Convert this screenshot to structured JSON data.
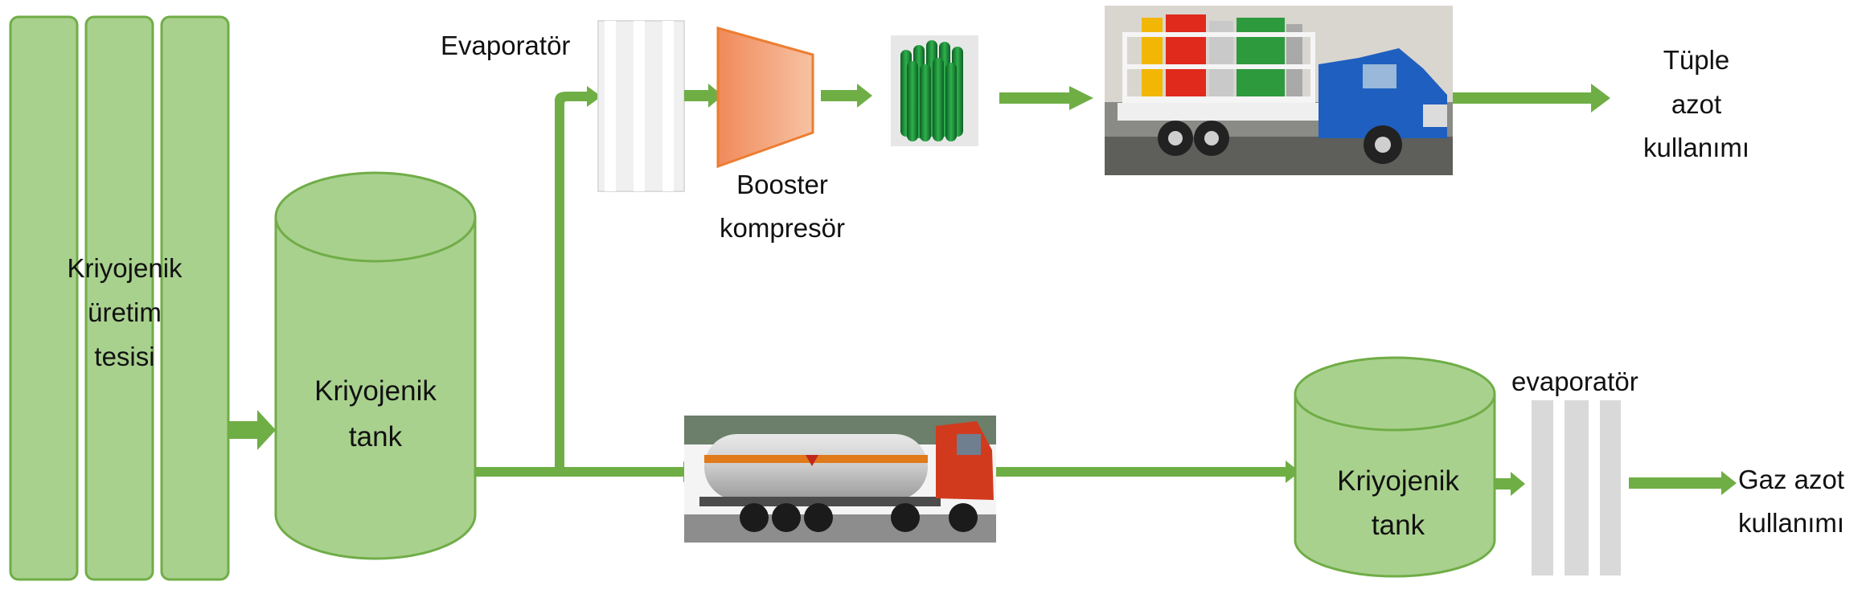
{
  "labels": {
    "plant_line1": "Kriyojenik",
    "plant_line2": "üretim",
    "plant_line3": "tesisi",
    "tank1_line1": "Kriyojenik",
    "tank1_line2": "tank",
    "evaporator_top": "Evaporatör",
    "booster_line1": "Booster",
    "booster_line2": "kompresör",
    "cylinder_use_line1": "Tüple",
    "cylinder_use_line2": "azot",
    "cylinder_use_line3": "kullanımı",
    "tank2_line1": "Kriyojenik",
    "tank2_line2": "tank",
    "evaporator_bottom": "evaporatör",
    "gas_use_line1": "Gaz azot",
    "gas_use_line2": "kullanımı"
  },
  "colors": {
    "green_fill": "#a9d18e",
    "green_stroke": "#70ad47",
    "arrow_green": "#6fae45",
    "booster_fill": "#f4b183",
    "booster_stroke": "#ed7d31",
    "cylinder_green": "#1e8f3a",
    "truck_blue": "#1f5fbf",
    "tanker_cab_red": "#d23a1e",
    "tanker_tank_silver": "#c8c8c8"
  }
}
